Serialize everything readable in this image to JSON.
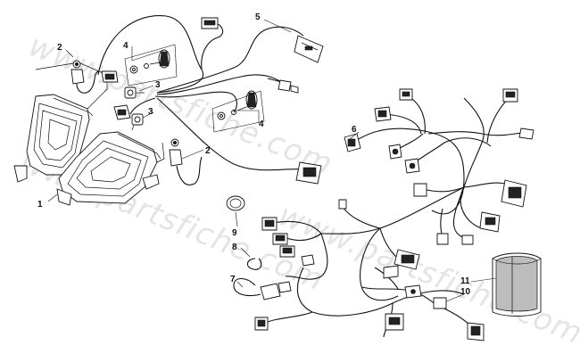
{
  "watermark": "www.partsfiche.com",
  "callouts": {
    "c1": "1",
    "c2a": "2",
    "c2b": "2",
    "c3a": "3",
    "c3b": "3",
    "c4a": "4",
    "c4b": "4",
    "c5": "5",
    "c6": "6",
    "c7": "7",
    "c8": "8",
    "c9": "9",
    "c10": "10",
    "c11": "11"
  }
}
